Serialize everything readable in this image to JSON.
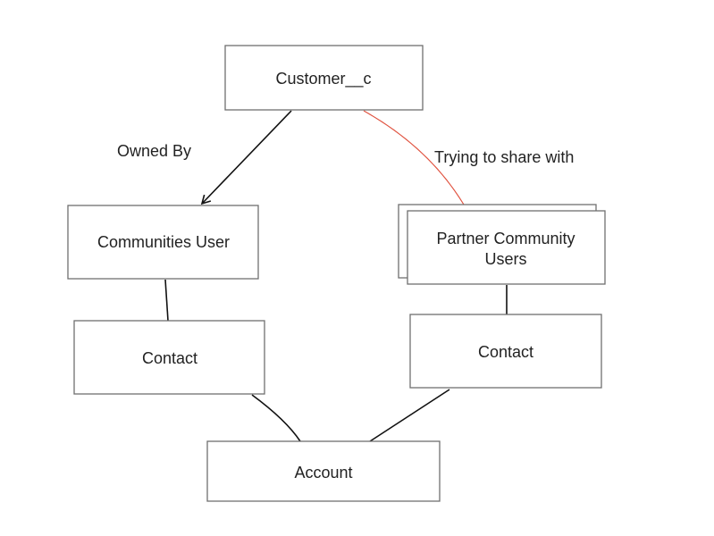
{
  "nodes": {
    "customer": {
      "label": "Customer__c"
    },
    "communities_user": {
      "label": "Communities User"
    },
    "contact_left": {
      "label": "Contact"
    },
    "partner_users": {
      "label_line1": "Partner Community",
      "label_line2": "Users"
    },
    "contact_right": {
      "label": "Contact"
    },
    "account": {
      "label": "Account"
    }
  },
  "edges": {
    "owned_by": {
      "label": "Owned By"
    },
    "trying_to_share": {
      "label": "Trying to share with",
      "color": "#e0523f"
    }
  },
  "colors": {
    "box_border": "#6f6f6f",
    "connector": "#111111",
    "text": "#222222"
  }
}
